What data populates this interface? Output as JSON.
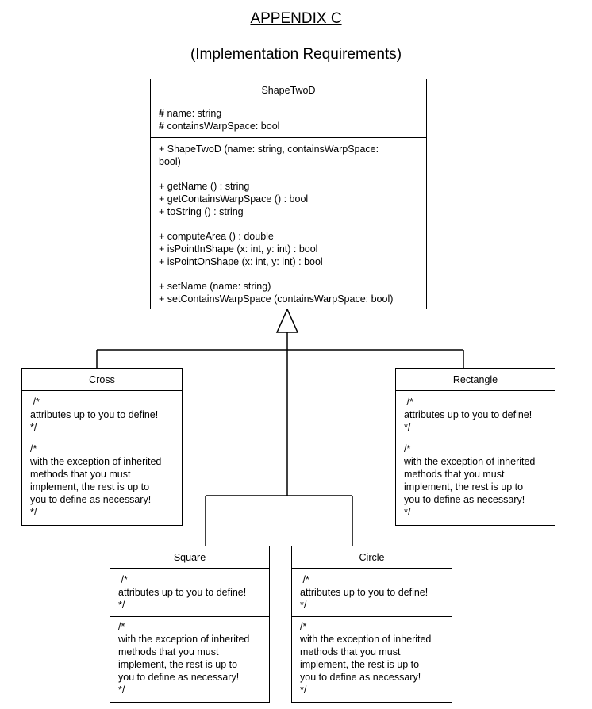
{
  "header": {
    "title": "APPENDIX C",
    "subtitle": "(Implementation Requirements)"
  },
  "shape_two_d": {
    "name": "ShapeTwoD",
    "attributes": [
      {
        "prefix": "#",
        "text": "name: string"
      },
      {
        "prefix": "#",
        "text": "containsWarpSpace: bool"
      }
    ],
    "methods_group1": [
      "+ ShapeTwoD (name: string, containsWarpSpace:",
      "bool)"
    ],
    "methods_group2": [
      "+ getName () : string",
      "+ getContainsWarpSpace () : bool",
      "+ toString () : string"
    ],
    "methods_group3": [
      "+ computeArea () : double",
      "+ isPointInShape (x: int, y: int) : bool",
      "+ isPointOnShape (x: int, y: int) : bool"
    ],
    "methods_group4": [
      "+ setName (name: string)",
      "+ setContainsWarpSpace (containsWarpSpace: bool)"
    ]
  },
  "subclasses": {
    "cross": {
      "name": "Cross",
      "attr_lines": [
        " /*",
        "attributes up to you to define!",
        "*/"
      ],
      "method_lines": [
        "/*",
        "with the exception of inherited",
        "methods that you must",
        "implement, the rest is up to",
        "you to define as necessary!",
        "*/"
      ]
    },
    "rectangle": {
      "name": "Rectangle",
      "attr_lines": [
        " /*",
        "attributes up to you to define!",
        "*/"
      ],
      "method_lines": [
        "/*",
        "with the exception of inherited",
        "methods that you must",
        "implement, the rest is up to",
        "you to define as necessary!",
        "*/"
      ]
    },
    "square": {
      "name": "Square",
      "attr_lines": [
        " /*",
        "attributes up to you to define!",
        "*/"
      ],
      "method_lines": [
        "/*",
        "with the exception of inherited",
        "methods that you must",
        "implement, the rest is up to",
        "you to define as necessary!",
        "*/"
      ]
    },
    "circle": {
      "name": "Circle",
      "attr_lines": [
        " /*",
        "attributes up to you to define!",
        "*/"
      ],
      "method_lines": [
        "/*",
        "with the exception of inherited",
        "methods that you must",
        "implement, the rest is up to",
        "you to define as necessary!",
        "*/"
      ]
    }
  }
}
